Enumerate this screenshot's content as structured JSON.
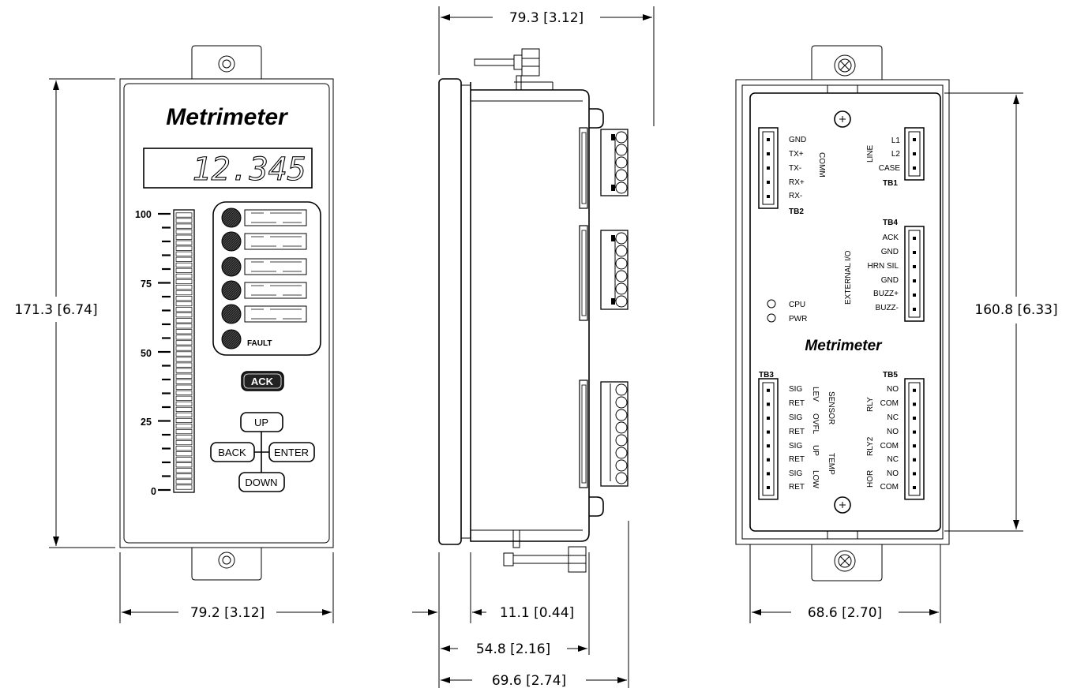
{
  "front": {
    "brand": "Metrimeter",
    "display_value": "12.345",
    "scale_labels": [
      "100",
      "75",
      "50",
      "25",
      "0"
    ],
    "fault_label": "FAULT",
    "ack_label": "ACK",
    "up_label": "UP",
    "back_label": "BACK",
    "enter_label": "ENTER",
    "down_label": "DOWN",
    "width_dim": "79.2 [3.12]",
    "height_dim": "171.3 [6.74]"
  },
  "side": {
    "top_dim": "79.3 [3.12]",
    "dim_a": "11.1 [0.44]",
    "dim_b": "54.8 [2.16]",
    "dim_c": "69.6 [2.74]"
  },
  "back": {
    "brand": "Metrimeter",
    "width_dim": "68.6 [2.70]",
    "height_dim": "160.8 [6.33]",
    "tb1": "TB1",
    "tb2": "TB2",
    "tb3": "TB3",
    "tb4": "TB4",
    "tb5": "TB5",
    "tb2_pins": [
      "GND",
      "TX+",
      "TX-",
      "RX+",
      "RX-"
    ],
    "comm": "COMM",
    "line": "LINE",
    "tb1_pins": [
      "L1",
      "L2",
      "CASE"
    ],
    "external_io": "EXTERNAL I/O",
    "tb4_pins": [
      "ACK",
      "GND",
      "HRN SIL",
      "GND",
      "BUZZ+",
      "BUZZ-"
    ],
    "cpu": "CPU",
    "pwr": "PWR",
    "tb3_pins": [
      "SIG",
      "RET",
      "SIG",
      "RET",
      "SIG",
      "RET",
      "SIG",
      "RET"
    ],
    "tb3_groups": [
      "LEV",
      "OVFL",
      "UP",
      "LOW"
    ],
    "sensor": "SENSOR",
    "temp": "TEMP",
    "tb5_groups": [
      "RLY",
      "RLY2",
      "HOR"
    ],
    "tb5_pins": [
      "NO",
      "COM",
      "NC",
      "NO",
      "COM",
      "NC",
      "NO",
      "COM"
    ]
  }
}
